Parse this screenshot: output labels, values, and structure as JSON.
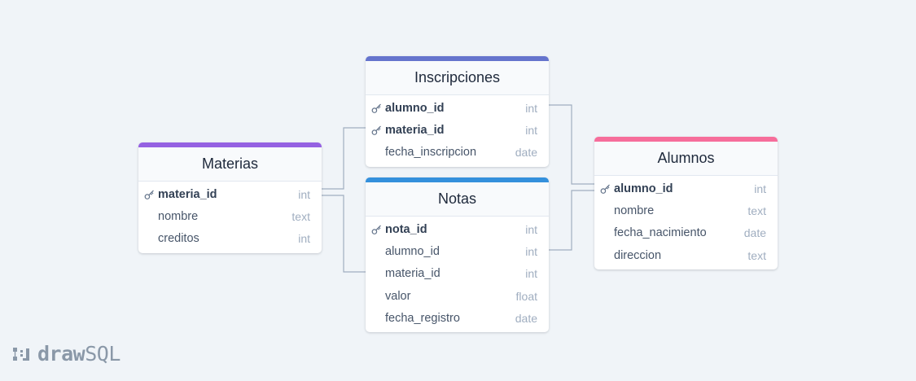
{
  "tables": {
    "inscripciones": {
      "title": "Inscripciones",
      "color": "#6574cd",
      "columns": [
        {
          "name": "alumno_id",
          "type": "int",
          "pk": true
        },
        {
          "name": "materia_id",
          "type": "int",
          "pk": true
        },
        {
          "name": "fecha_inscripcion",
          "type": "date",
          "pk": false
        }
      ]
    },
    "materias": {
      "title": "Materias",
      "color": "#9561e2",
      "columns": [
        {
          "name": "materia_id",
          "type": "int",
          "pk": true
        },
        {
          "name": "nombre",
          "type": "text",
          "pk": false
        },
        {
          "name": "creditos",
          "type": "int",
          "pk": false
        }
      ]
    },
    "notas": {
      "title": "Notas",
      "color": "#3490dc",
      "columns": [
        {
          "name": "nota_id",
          "type": "int",
          "pk": true
        },
        {
          "name": "alumno_id",
          "type": "int",
          "pk": false
        },
        {
          "name": "materia_id",
          "type": "int",
          "pk": false
        },
        {
          "name": "valor",
          "type": "float",
          "pk": false
        },
        {
          "name": "fecha_registro",
          "type": "date",
          "pk": false
        }
      ]
    },
    "alumnos": {
      "title": "Alumnos",
      "color": "#f66d9b",
      "columns": [
        {
          "name": "alumno_id",
          "type": "int",
          "pk": true
        },
        {
          "name": "nombre",
          "type": "text",
          "pk": false
        },
        {
          "name": "fecha_nacimiento",
          "type": "date",
          "pk": false
        },
        {
          "name": "direccion",
          "type": "text",
          "pk": false
        }
      ]
    }
  },
  "relationships": [
    {
      "from": "inscripciones.alumno_id",
      "to": "alumnos.alumno_id"
    },
    {
      "from": "inscripciones.materia_id",
      "to": "materias.materia_id"
    },
    {
      "from": "notas.alumno_id",
      "to": "alumnos.alumno_id"
    },
    {
      "from": "notas.materia_id",
      "to": "materias.materia_id"
    }
  ],
  "icons": {
    "primary_key": "key-icon",
    "logo": "drawsql-logo-icon"
  },
  "brand": {
    "part1": "draw",
    "part2": "SQL"
  },
  "colors": {
    "background": "#f0f4f8",
    "connector": "#a0aec0"
  }
}
